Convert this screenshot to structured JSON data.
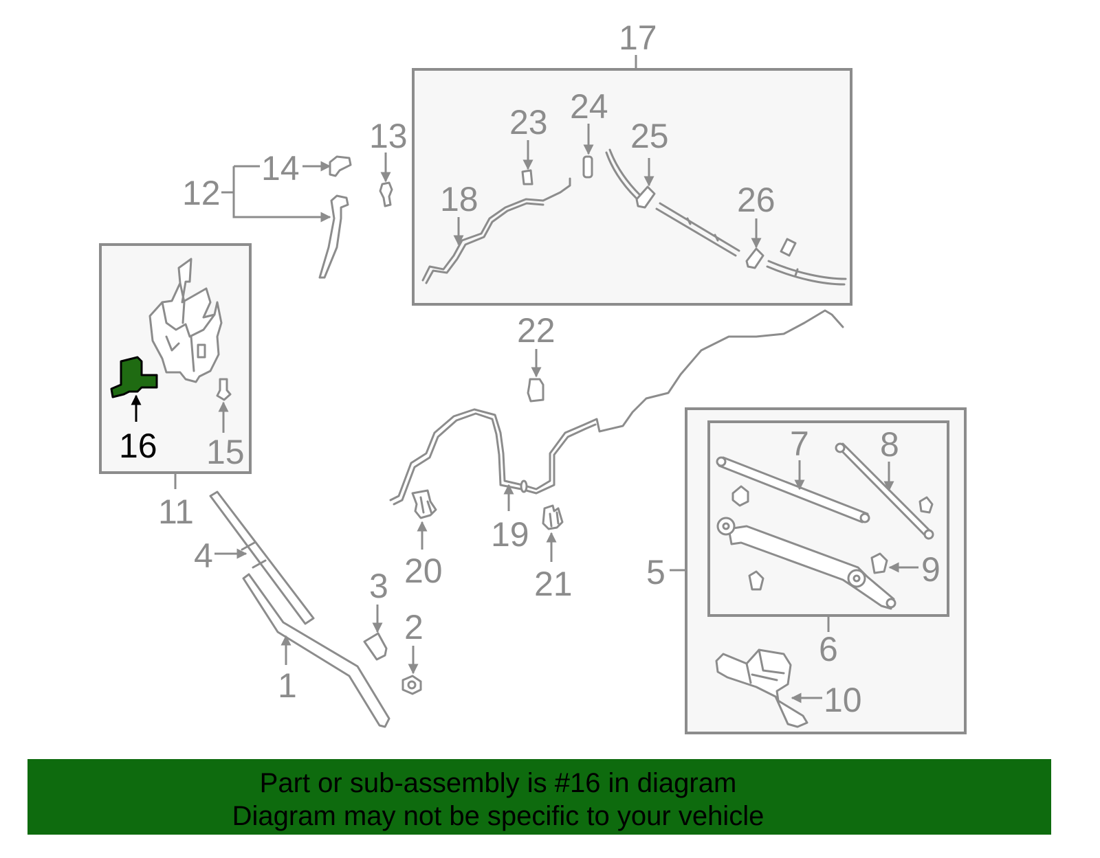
{
  "diagram": {
    "labels": {
      "l1": "1",
      "l2": "2",
      "l3": "3",
      "l4": "4",
      "l5": "5",
      "l6": "6",
      "l7": "7",
      "l8": "8",
      "l9": "9",
      "l10": "10",
      "l11": "11",
      "l12": "12",
      "l13": "13",
      "l14": "14",
      "l15": "15",
      "l16": "16",
      "l17": "17",
      "l18": "18",
      "l19": "19",
      "l20": "20",
      "l21": "21",
      "l22": "22",
      "l23": "23",
      "l24": "24",
      "l25": "25",
      "l26": "26"
    },
    "highlighted_part": "16",
    "colors": {
      "line": "#8c8c8c",
      "highlight_fill": "#1f6b12",
      "banner_bg": "#0e6b0e",
      "box_fill": "#f7f7f7"
    }
  },
  "banner": {
    "line1": "Part or sub-assembly is #16 in diagram",
    "line2": "Diagram may not be specific to your vehicle"
  }
}
